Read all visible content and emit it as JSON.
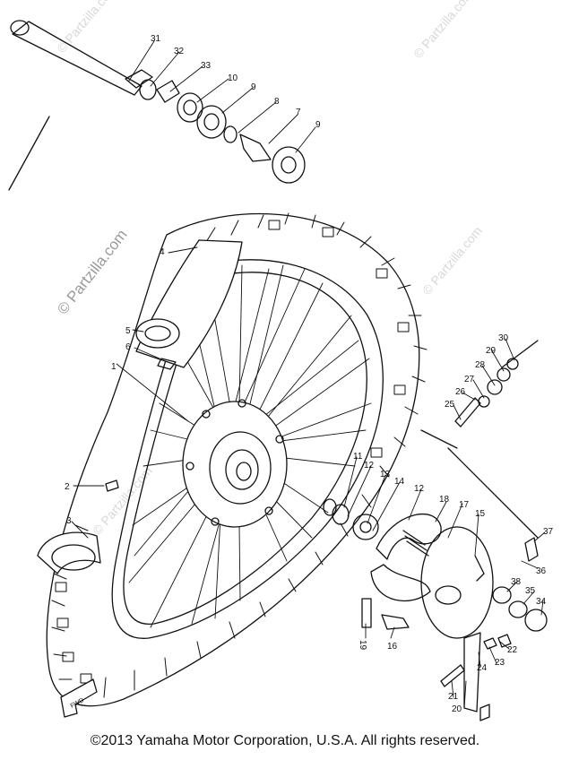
{
  "watermark": "© Partzilla.com",
  "copyright": "©2013  Yamaha Motor Corporation, U.S.A. All rights reserved.",
  "fwd_label": "FWD",
  "callouts": [
    {
      "id": "c31",
      "num": "31"
    },
    {
      "id": "c32",
      "num": "32"
    },
    {
      "id": "c33",
      "num": "33"
    },
    {
      "id": "c10",
      "num": "10"
    },
    {
      "id": "c9a",
      "num": "9"
    },
    {
      "id": "c8",
      "num": "8"
    },
    {
      "id": "c7",
      "num": "7"
    },
    {
      "id": "c9b",
      "num": "9"
    },
    {
      "id": "c4",
      "num": "4"
    },
    {
      "id": "c5",
      "num": "5"
    },
    {
      "id": "c6",
      "num": "6"
    },
    {
      "id": "c1a",
      "num": "1"
    },
    {
      "id": "c2",
      "num": "2"
    },
    {
      "id": "c3",
      "num": "3"
    },
    {
      "id": "c30",
      "num": "30"
    },
    {
      "id": "c29",
      "num": "29"
    },
    {
      "id": "c28",
      "num": "28"
    },
    {
      "id": "c27",
      "num": "27"
    },
    {
      "id": "c26",
      "num": "26"
    },
    {
      "id": "c25",
      "num": "25"
    },
    {
      "id": "c11",
      "num": "11"
    },
    {
      "id": "c12a",
      "num": "12"
    },
    {
      "id": "c13",
      "num": "13"
    },
    {
      "id": "c14",
      "num": "14"
    },
    {
      "id": "c12b",
      "num": "12"
    },
    {
      "id": "c18",
      "num": "18"
    },
    {
      "id": "c17",
      "num": "17"
    },
    {
      "id": "c15",
      "num": "15"
    },
    {
      "id": "c37",
      "num": "37"
    },
    {
      "id": "c36",
      "num": "36"
    },
    {
      "id": "c38",
      "num": "38"
    },
    {
      "id": "c35",
      "num": "35"
    },
    {
      "id": "c34",
      "num": "34"
    },
    {
      "id": "c19",
      "num": "19"
    },
    {
      "id": "c16",
      "num": "16"
    },
    {
      "id": "c22",
      "num": "22"
    },
    {
      "id": "c23",
      "num": "23"
    },
    {
      "id": "c24",
      "num": "24"
    },
    {
      "id": "c21",
      "num": "21"
    },
    {
      "id": "c20",
      "num": "20"
    }
  ]
}
